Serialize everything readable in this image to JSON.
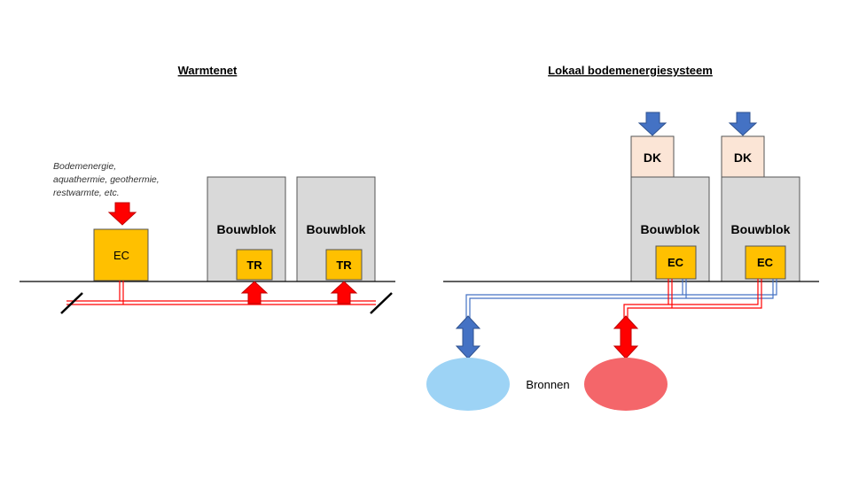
{
  "left": {
    "title": "Warmtenet",
    "note_lines": [
      "Bodemenergie,",
      "aquathermie, geothermie,",
      "restwarmte, etc."
    ],
    "ec_label": "EC",
    "buildings": [
      {
        "label": "Bouwblok",
        "unit": "TR"
      },
      {
        "label": "Bouwblok",
        "unit": "TR"
      }
    ]
  },
  "right": {
    "title": "Lokaal bodemenergiesysteem",
    "buildings": [
      {
        "label": "Bouwblok",
        "roof": "DK",
        "unit": "EC"
      },
      {
        "label": "Bouwblok",
        "roof": "DK",
        "unit": "EC"
      }
    ],
    "sources_label": "Bronnen"
  },
  "colors": {
    "building": "#d9d9d9",
    "unit": "#ffc000",
    "roof": "#fbe5d6",
    "hot": "#ff0000",
    "cold": "#4472c4",
    "cold_source": "#9dd3f5",
    "hot_source": "#f4666a"
  },
  "icons": [
    "red-down-arrow-icon",
    "red-up-arrow-icon",
    "blue-down-arrow-icon",
    "blue-double-arrow-icon",
    "red-double-arrow-icon"
  ]
}
